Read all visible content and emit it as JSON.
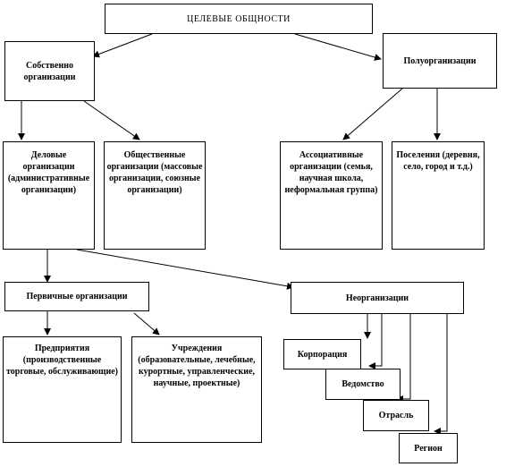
{
  "title": "ЦЕЛЕВЫЕ   ОБЩНОСТИ",
  "nodes": {
    "own_orgs": "Собственно организации",
    "semi_orgs": "Полуорганизации",
    "business_orgs": "Деловые организации (административные организации)",
    "public_orgs": "Общественные организации (массовые организации, союзные организации)",
    "assoc_orgs": "Ассоциативные организации (семья, научная школа, неформальная группа)",
    "settlements": "Поселения (деревня, село, город и т.д.)",
    "primary_orgs": "Первичные организации",
    "neo_orgs": "Неорганизации",
    "enterprises": "Предприятия (производственные торговые, обслуживающие)",
    "institutions": "Учреждения (образовательные, лечебные, курортные, управленческие, научные, проектные)",
    "corporation": "Корпорация",
    "department": "Ведомство",
    "industry": "Отрасль",
    "region": "Регион"
  }
}
